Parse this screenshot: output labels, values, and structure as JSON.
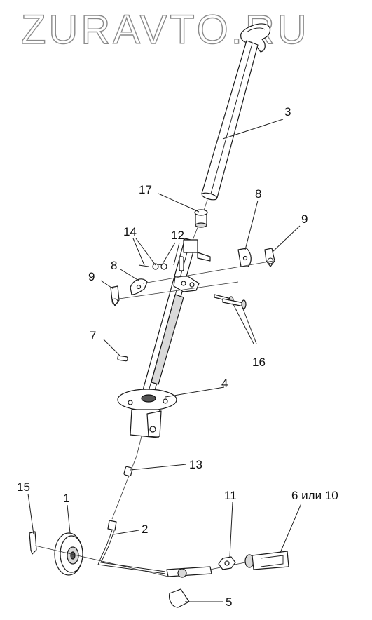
{
  "watermark": {
    "text": "ZURAVTO.RU"
  },
  "callouts": [
    {
      "id": "c3",
      "label": "3"
    },
    {
      "id": "c17",
      "label": "17"
    },
    {
      "id": "c14",
      "label": "14"
    },
    {
      "id": "c12",
      "label": "12"
    },
    {
      "id": "c8a",
      "label": "8"
    },
    {
      "id": "c8b",
      "label": "8"
    },
    {
      "id": "c9a",
      "label": "9"
    },
    {
      "id": "c9b",
      "label": "9"
    },
    {
      "id": "c7",
      "label": "7"
    },
    {
      "id": "c16",
      "label": "16"
    },
    {
      "id": "c4",
      "label": "4"
    },
    {
      "id": "c13",
      "label": "13"
    },
    {
      "id": "c15",
      "label": "15"
    },
    {
      "id": "c1",
      "label": "1"
    },
    {
      "id": "c2",
      "label": "2"
    },
    {
      "id": "c11",
      "label": "11"
    },
    {
      "id": "c6",
      "label": "6 или 10"
    },
    {
      "id": "c5",
      "label": "5"
    }
  ]
}
